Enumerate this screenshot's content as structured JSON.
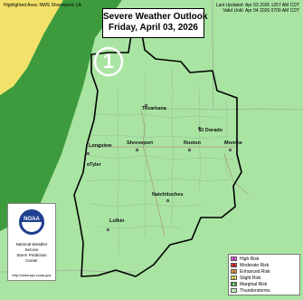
{
  "header": {
    "highlighted_area": "Highlighted Area: NWS Shreveport, LA",
    "last_updated": "Last Updated: Apr 03 2026 1257 AM CDT",
    "valid_until": "Valid Until: Apr 04 2026 0700 AM CDT"
  },
  "title": {
    "line1": "Severe Weather Outlook",
    "line2": "Friday, April 03, 2026"
  },
  "risk_marker": "1",
  "cities": [
    {
      "name": "Texarkana"
    },
    {
      "name": "El Dorado"
    },
    {
      "name": "Longview"
    },
    {
      "name": "Shreveport"
    },
    {
      "name": "Ruston"
    },
    {
      "name": "Monroe"
    },
    {
      "name": "Tyler"
    },
    {
      "name": "Natchitoches"
    },
    {
      "name": "Lufkin"
    }
  ],
  "legend": [
    {
      "num": "5",
      "label": "High Risk",
      "color": "#ff66ff"
    },
    {
      "num": "4",
      "label": "Moderate Risk",
      "color": "#ff3333"
    },
    {
      "num": "3",
      "label": "Enhanced Risk",
      "color": "#ffa54f"
    },
    {
      "num": "2",
      "label": "Slight Risk",
      "color": "#ffff66"
    },
    {
      "num": "1",
      "label": "Marginal Risk",
      "color": "#3d9b3d"
    },
    {
      "num": "",
      "label": "Thunderstorms",
      "color": "#c1e9c1"
    }
  ],
  "nws": {
    "logo_word": "NOAA",
    "line1": "National Weather Service",
    "line2": "Storm Prediction Center",
    "url": "http://www.spc.noaa.gov"
  },
  "colors": {
    "tstm": "#a9e4a2",
    "marginal": "#3d9b3d",
    "slight": "#f3e26a"
  }
}
